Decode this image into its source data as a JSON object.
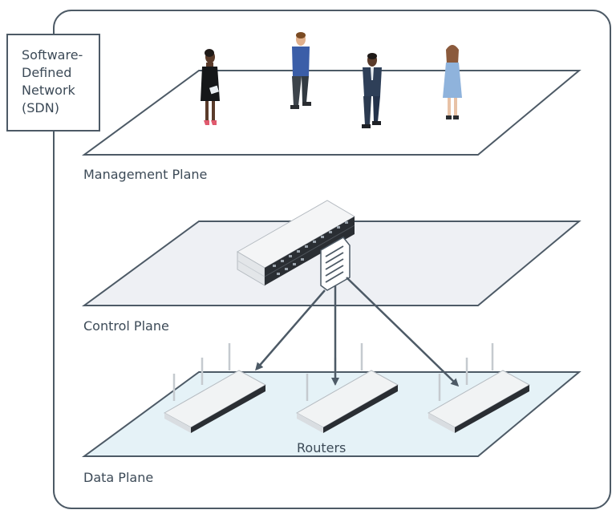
{
  "sdn_label": [
    "Software-",
    "Defined",
    "Network",
    "(SDN)"
  ],
  "planes": {
    "management": "Management Plane",
    "control": "Control Plane",
    "data": "Data Plane"
  },
  "routers_label": "Routers",
  "colors": {
    "outline": "#4d5a66",
    "plane_fill_mgmt": "#ffffff",
    "plane_fill_ctrl": "#eef0f4",
    "plane_fill_data": "#e5f2f7",
    "arrow": "#4d5a66",
    "text": "#3c4a57"
  }
}
